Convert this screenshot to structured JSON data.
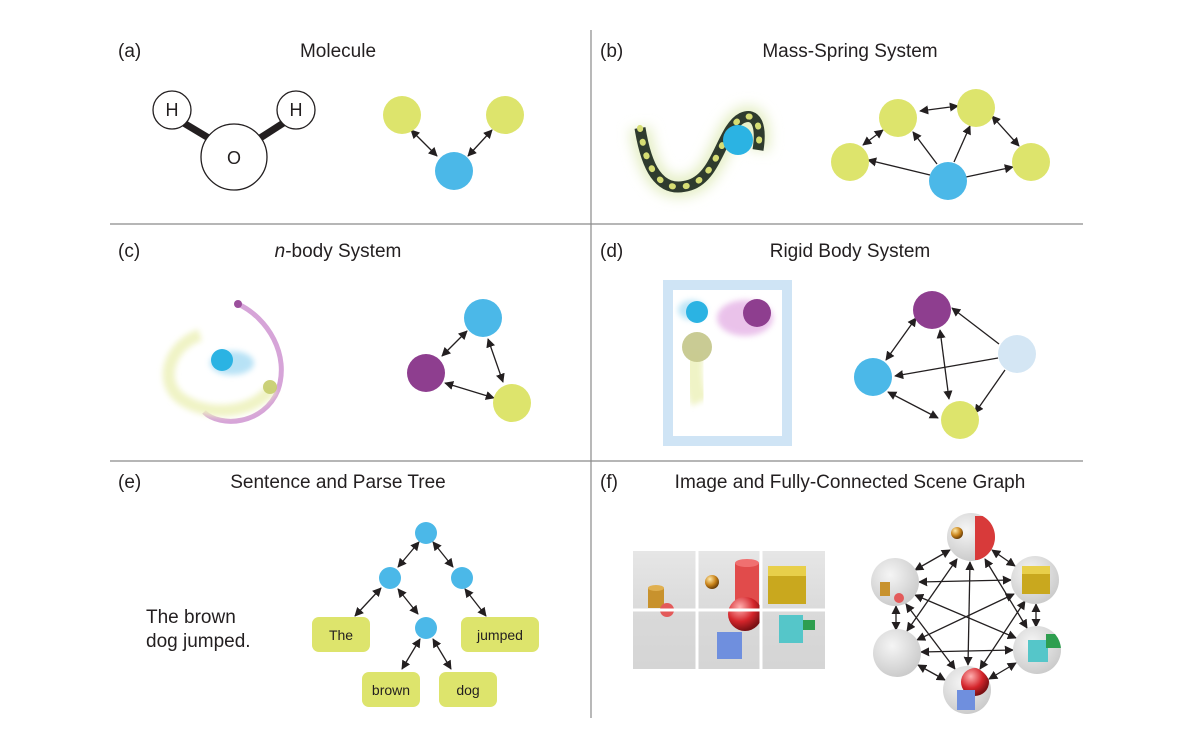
{
  "panels": {
    "a": {
      "label": "(a)",
      "title": "Molecule",
      "atoms": [
        "H",
        "O",
        "H"
      ]
    },
    "b": {
      "label": "(b)",
      "title": "Mass-Spring System"
    },
    "c": {
      "label": "(c)",
      "title_italic": "n",
      "title_rest": "-body System"
    },
    "d": {
      "label": "(d)",
      "title": "Rigid Body System"
    },
    "e": {
      "label": "(e)",
      "title": "Sentence and Parse Tree",
      "sentence_line1": "The brown",
      "sentence_line2": "dog jumped.",
      "words": [
        "The",
        "jumped",
        "brown",
        "dog"
      ]
    },
    "f": {
      "label": "(f)",
      "title": "Image and Fully-Connected Scene Graph"
    }
  },
  "colors": {
    "yellow_node": "#dde46c",
    "blue_node": "#4bb8e8",
    "purple_node": "#8e3e8f",
    "pale_blue_node": "#d4e6f4",
    "frame_blue": "#cfe4f5",
    "ink": "#231f20",
    "divider": "#8a8a8a"
  }
}
